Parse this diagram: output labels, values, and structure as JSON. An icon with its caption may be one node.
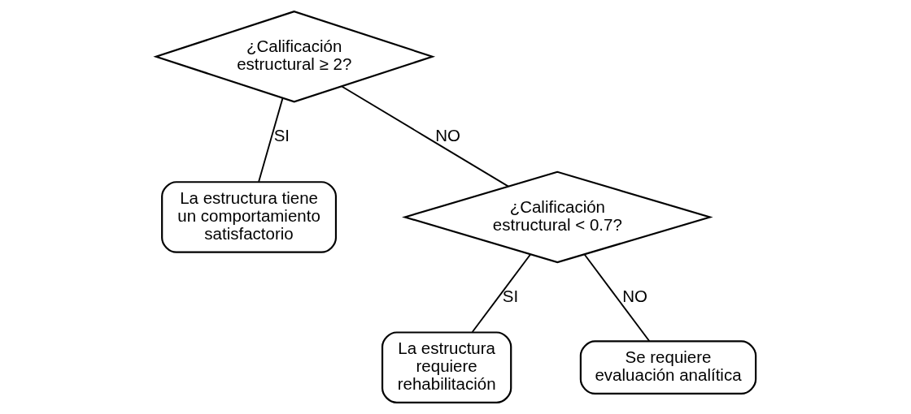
{
  "diagram": {
    "nodes": [
      {
        "text": [
          "¿Calificación estructural ≥ 2?"
        ]
      },
      {
        "text": [
          "La estructura tiene un comportamiento satisfactorio"
        ]
      },
      {
        "text": [
          "¿Calificación estructural < 0.7?"
        ]
      },
      {
        "text": [
          "La estructura requiere rehabilitación"
        ]
      },
      {
        "text": [
          "Se requiere evaluación analítica"
        ]
      }
    ],
    "edges": [
      {
        "from": 0,
        "to": 1,
        "arrow": "none",
        "label": "SI"
      },
      {
        "from": 0,
        "to": 2,
        "arrow": "none",
        "label": "NO"
      },
      {
        "from": 2,
        "to": 3,
        "arrow": "none",
        "label": "SI"
      },
      {
        "from": 2,
        "to": 4,
        "arrow": "none",
        "label": "NO"
      }
    ]
  }
}
